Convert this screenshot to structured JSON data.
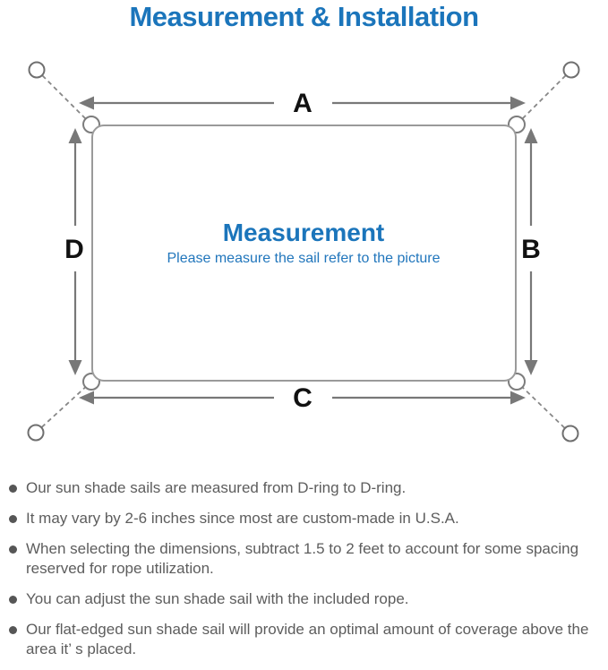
{
  "colors": {
    "accent_blue": "#1b75bb",
    "subheading_blue": "#2176bc",
    "diagram_line_gray": "#7d7d7d",
    "sail_outline_gray": "#9a9a9a",
    "dimension_label_black": "#111111",
    "note_text_gray": "#5d5d5d"
  },
  "header": {
    "title": "Measurement & Installation"
  },
  "diagram": {
    "heading": "Measurement",
    "subheading": "Please measure the sail refer to the picture",
    "dimension_labels": {
      "top": "A",
      "right": "B",
      "bottom": "C",
      "left": "D"
    }
  },
  "notes": [
    "Our sun shade sails are measured from D-ring to D-ring.",
    "It may vary by 2-6 inches since most are custom-made in U.S.A.",
    "When selecting the dimensions, subtract 1.5 to 2 feet to account for some spacing reserved for rope utilization.",
    "You can adjust the sun shade sail with the included rope.",
    "Our flat-edged sun shade sail will provide an optimal amount of coverage above the area it’ s placed."
  ]
}
